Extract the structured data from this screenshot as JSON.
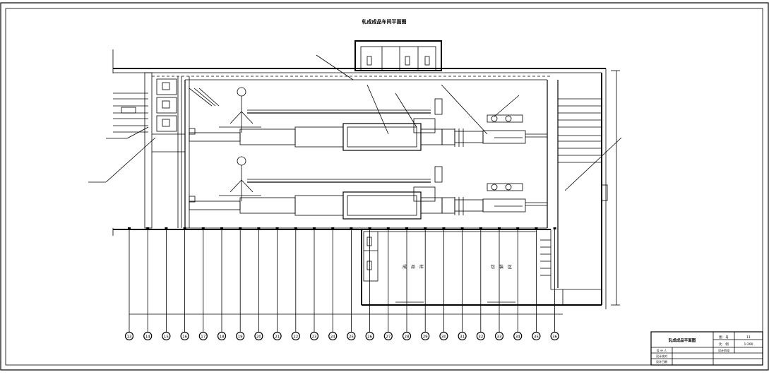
{
  "drawing": {
    "title": "轧成成品车间平面图",
    "axis_labels": [
      "13",
      "14",
      "15",
      "16",
      "17",
      "18",
      "19",
      "20",
      "21",
      "22",
      "23",
      "24",
      "25",
      "26",
      "27",
      "28",
      "29",
      "30",
      "31",
      "32",
      "33",
      "34",
      "35",
      "36"
    ],
    "rooms": {
      "finished_store": "成　品　库",
      "packing_area": "包　装　区"
    }
  },
  "title_block": {
    "drawing_name": "轧成成品平面图",
    "row1_label": "图　号",
    "row1_value": "11",
    "row2_label": "比　例",
    "row2_value": "1:200",
    "designer_label": "设 计 人",
    "design_stage_label": "设计阶段",
    "checker_label": "设计校对",
    "date_label": "设计日期"
  }
}
